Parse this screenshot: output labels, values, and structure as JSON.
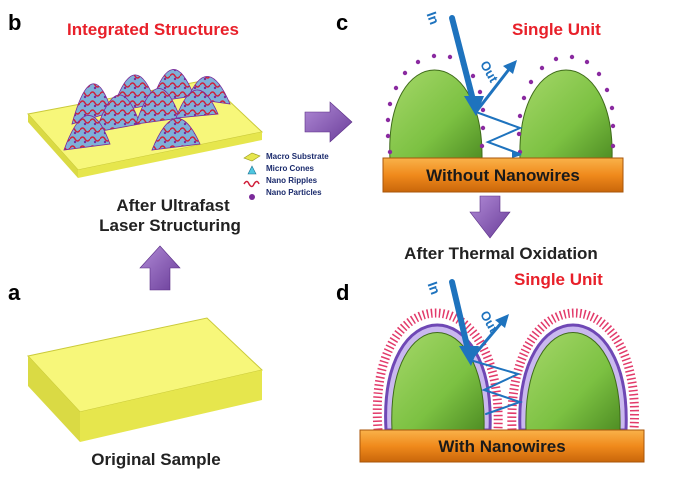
{
  "panels": {
    "a": {
      "letter": "a",
      "caption": "Original Sample"
    },
    "b": {
      "letter": "b",
      "title": "Integrated Structures",
      "caption_line1": "After Ultrafast",
      "caption_line2": "Laser Structuring"
    },
    "c": {
      "letter": "c",
      "title": "Single Unit",
      "bar_label": "Without Nanowires",
      "ray_in": "In",
      "ray_out": "Out"
    },
    "d": {
      "letter": "d",
      "title": "Single Unit",
      "bar_label": "With Nanowires",
      "ray_in": "In",
      "ray_out": "Out"
    }
  },
  "middle_caption": "After Thermal Oxidation",
  "legend": [
    {
      "label": "Macro Substrate",
      "icon": "substrate-icon"
    },
    {
      "label": "Micro Cones",
      "icon": "cone-icon"
    },
    {
      "label": "Nano Ripples",
      "icon": "ripple-icon"
    },
    {
      "label": "Nano Particles",
      "icon": "particle-icon"
    }
  ],
  "colors": {
    "substrate_top": "#f7f77a",
    "substrate_side": "#e6e64d",
    "cone_green": "#7cc142",
    "bar_orange": "#f08a1c",
    "arrow_purple": "#8a5bb5",
    "ray_blue": "#1e73be",
    "title_red": "#e8202a"
  }
}
